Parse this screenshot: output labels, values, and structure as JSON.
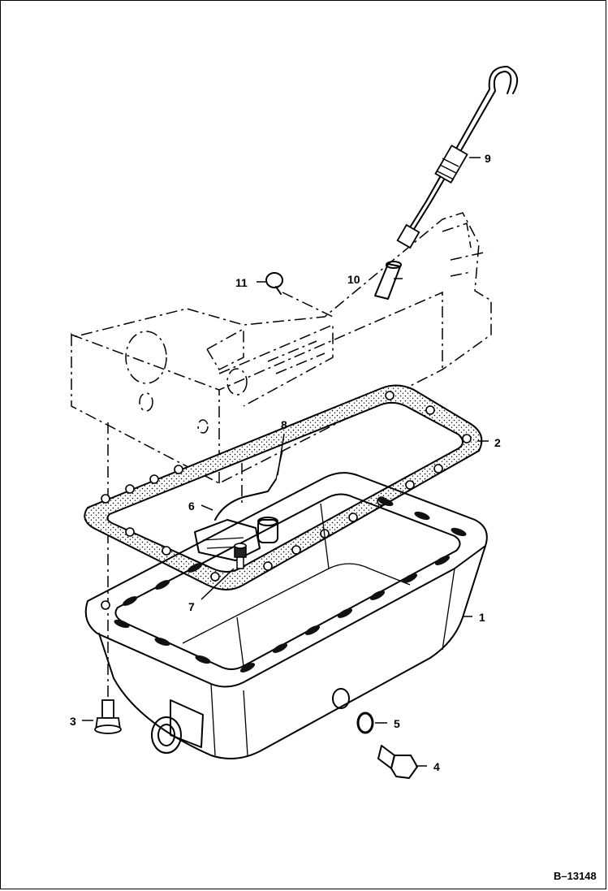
{
  "diagram": {
    "reference_code": "B–13148",
    "callouts": [
      "1",
      "2",
      "3",
      "4",
      "5",
      "6",
      "7",
      "8",
      "9",
      "10",
      "11"
    ]
  }
}
